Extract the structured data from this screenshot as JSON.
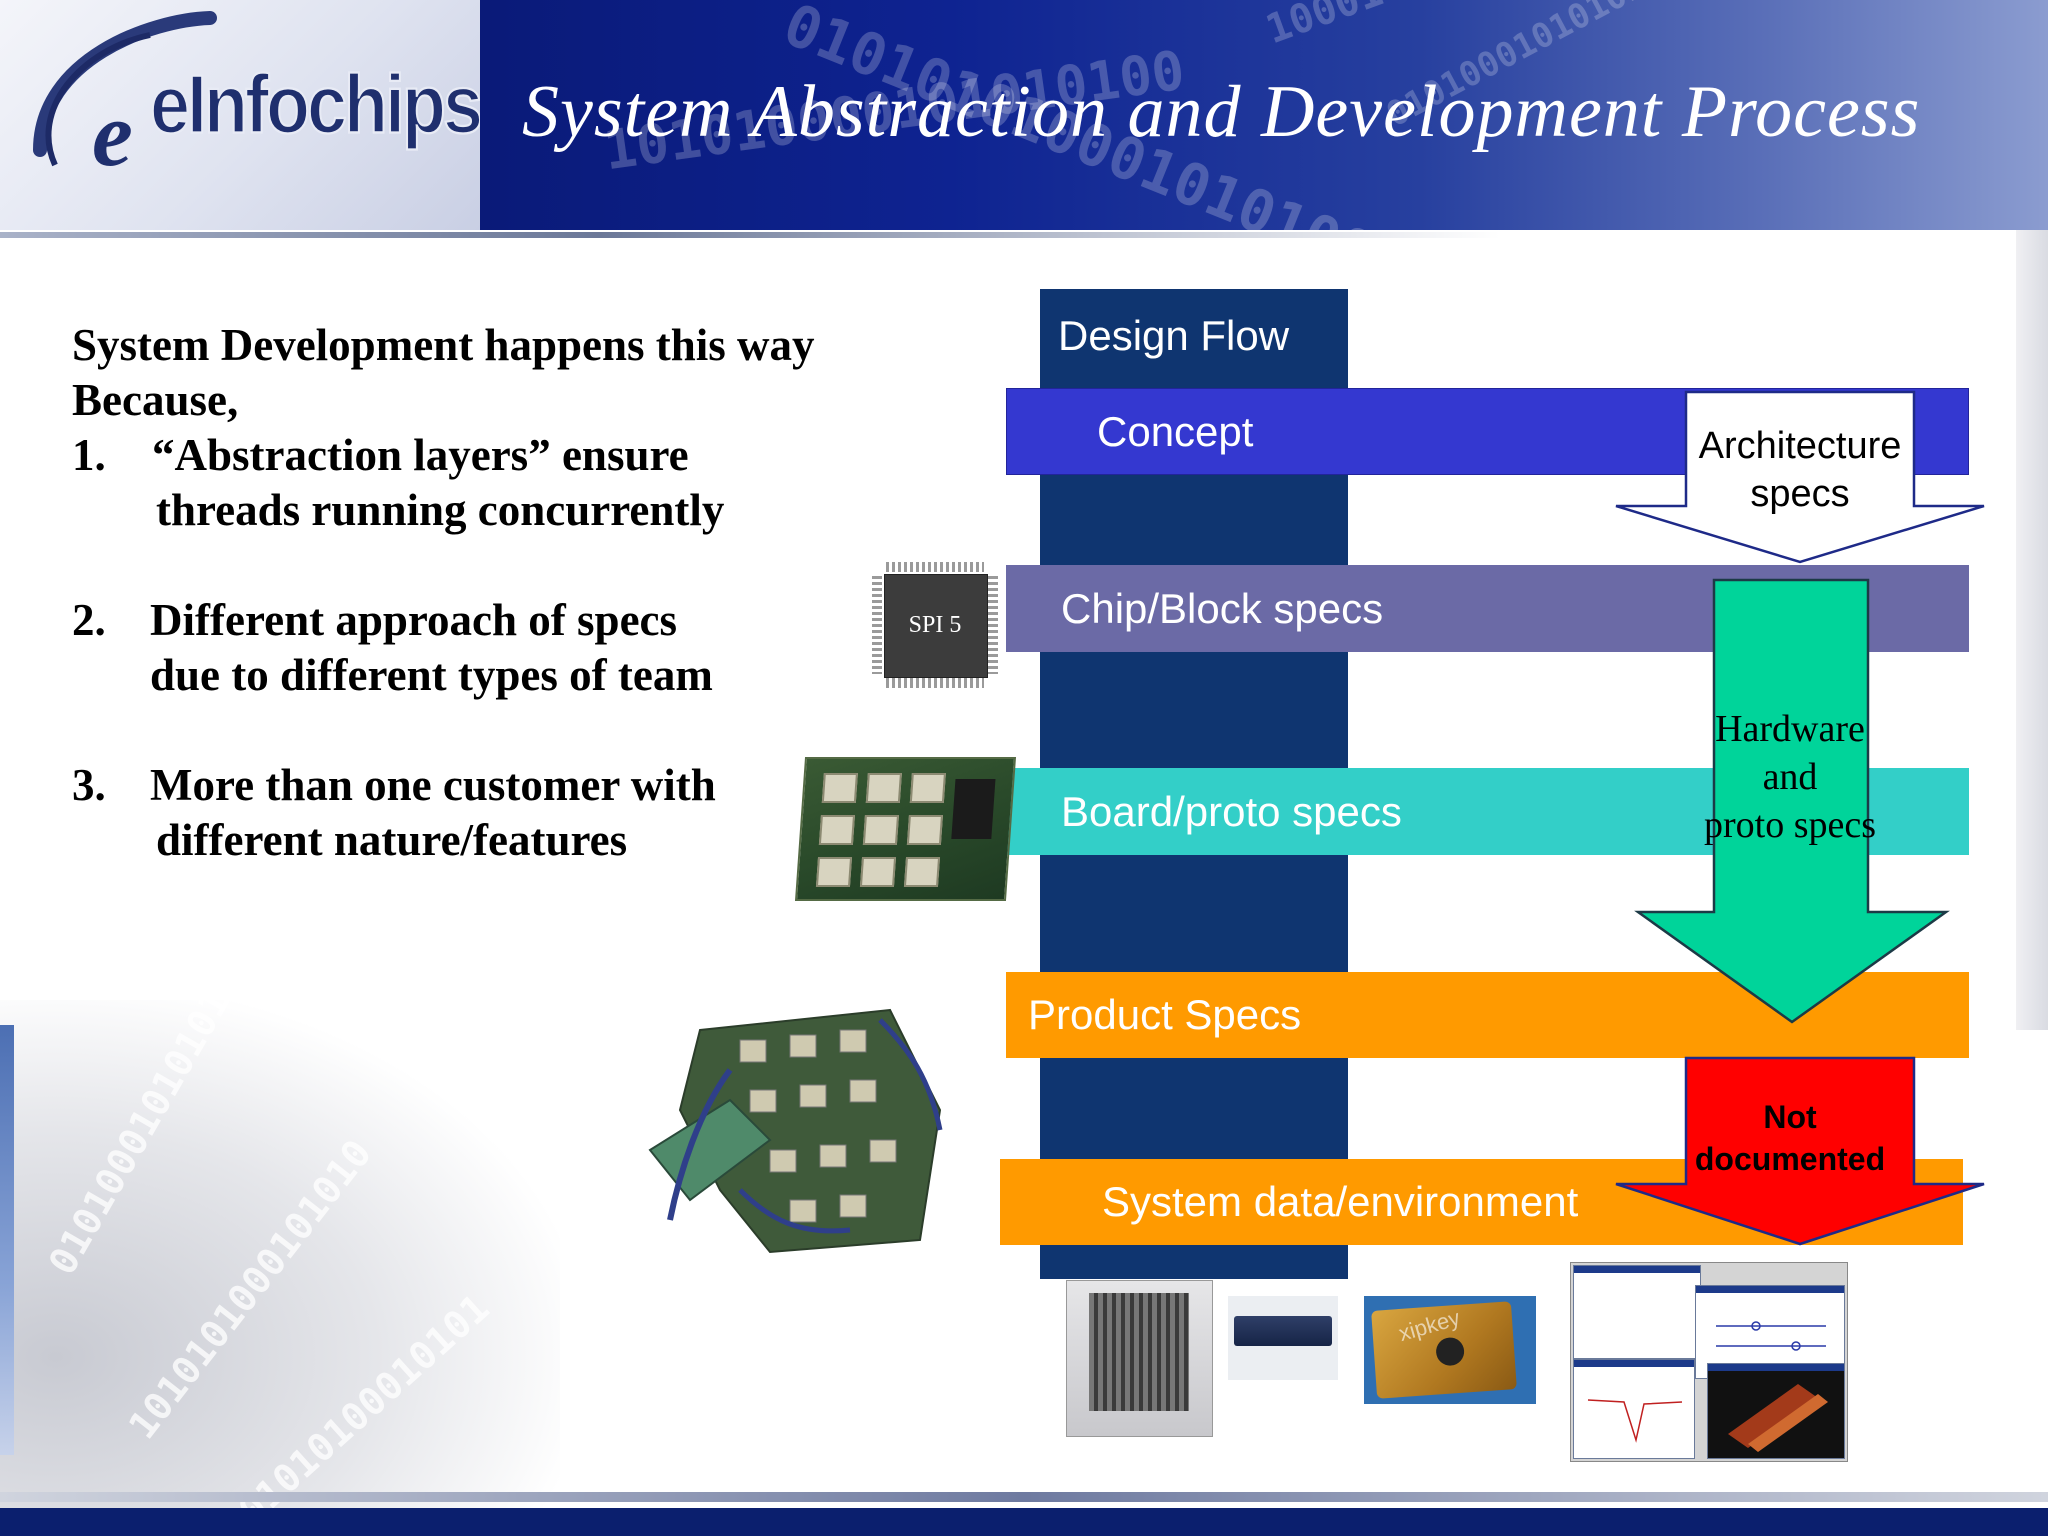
{
  "header": {
    "logo_text": "eInfochips",
    "title": "System Abstraction and Development Process"
  },
  "bullets": {
    "intro_line1": "System Development happens this way",
    "intro_line2": "Because,",
    "items": [
      {
        "number": "1.",
        "line1": "“Abstraction layers” ensure",
        "line2": "threads running concurrently"
      },
      {
        "number": "2.",
        "line1": "Different approach of specs",
        "line2": "due to different types of team"
      },
      {
        "number": "3.",
        "line1": "More than one customer with",
        "line2": "different nature/features"
      }
    ]
  },
  "diagram": {
    "flow_label": "Design Flow",
    "bands": {
      "concept": "Concept",
      "chip": "Chip/Block specs",
      "board": "Board/proto specs",
      "product": "Product Specs",
      "system": "System data/environment"
    },
    "arrows": {
      "architecture": [
        "Architecture",
        "specs"
      ],
      "hardware": [
        "Hardware",
        "and",
        "proto specs"
      ],
      "not_documented": [
        "Not",
        "documented"
      ]
    },
    "chip_label": "SPI 5",
    "xipkey_label": "xipkey"
  },
  "colors": {
    "header_blue": "#0e2391",
    "flow_column": "#0f3570",
    "concept": "#3438d0",
    "chip": "#6b6aa6",
    "board": "#33cfc8",
    "product": "#ff9a00",
    "system": "#ff9a00",
    "hardware_arrow": "#00d49a",
    "not_documented_arrow": "#ff0000"
  }
}
